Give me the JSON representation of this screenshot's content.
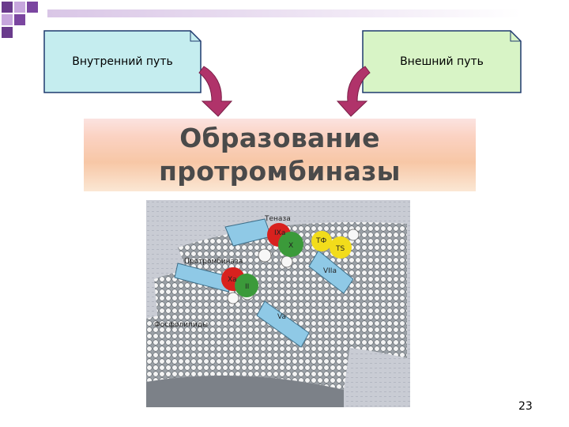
{
  "left_box": {
    "label": "Внутренний путь",
    "fill": "#c5edef",
    "border": "#1f3a6e"
  },
  "right_box": {
    "label": "Внешний путь",
    "fill": "#d8f4c6",
    "border": "#1f3a6e"
  },
  "arrow_color": "#b0336a",
  "banner": {
    "line1": "Образование",
    "line2": "протромбиназы"
  },
  "figure": {
    "labels": {
      "tenase": "Теназа",
      "prothrombinase": "Протромбиназа",
      "phospholipids": "Фосфолипиды",
      "ixa": "IXa",
      "x": "X",
      "tf": "ТФ",
      "ts": "ТS",
      "viia": "VIIa",
      "xa": "Xa",
      "ii": "II",
      "va": "Va"
    },
    "colors": {
      "red": "#d8211e",
      "green": "#3b9a3a",
      "yellow": "#f2dc1b",
      "blue": "#8fc9e6"
    }
  },
  "page_number": "23"
}
